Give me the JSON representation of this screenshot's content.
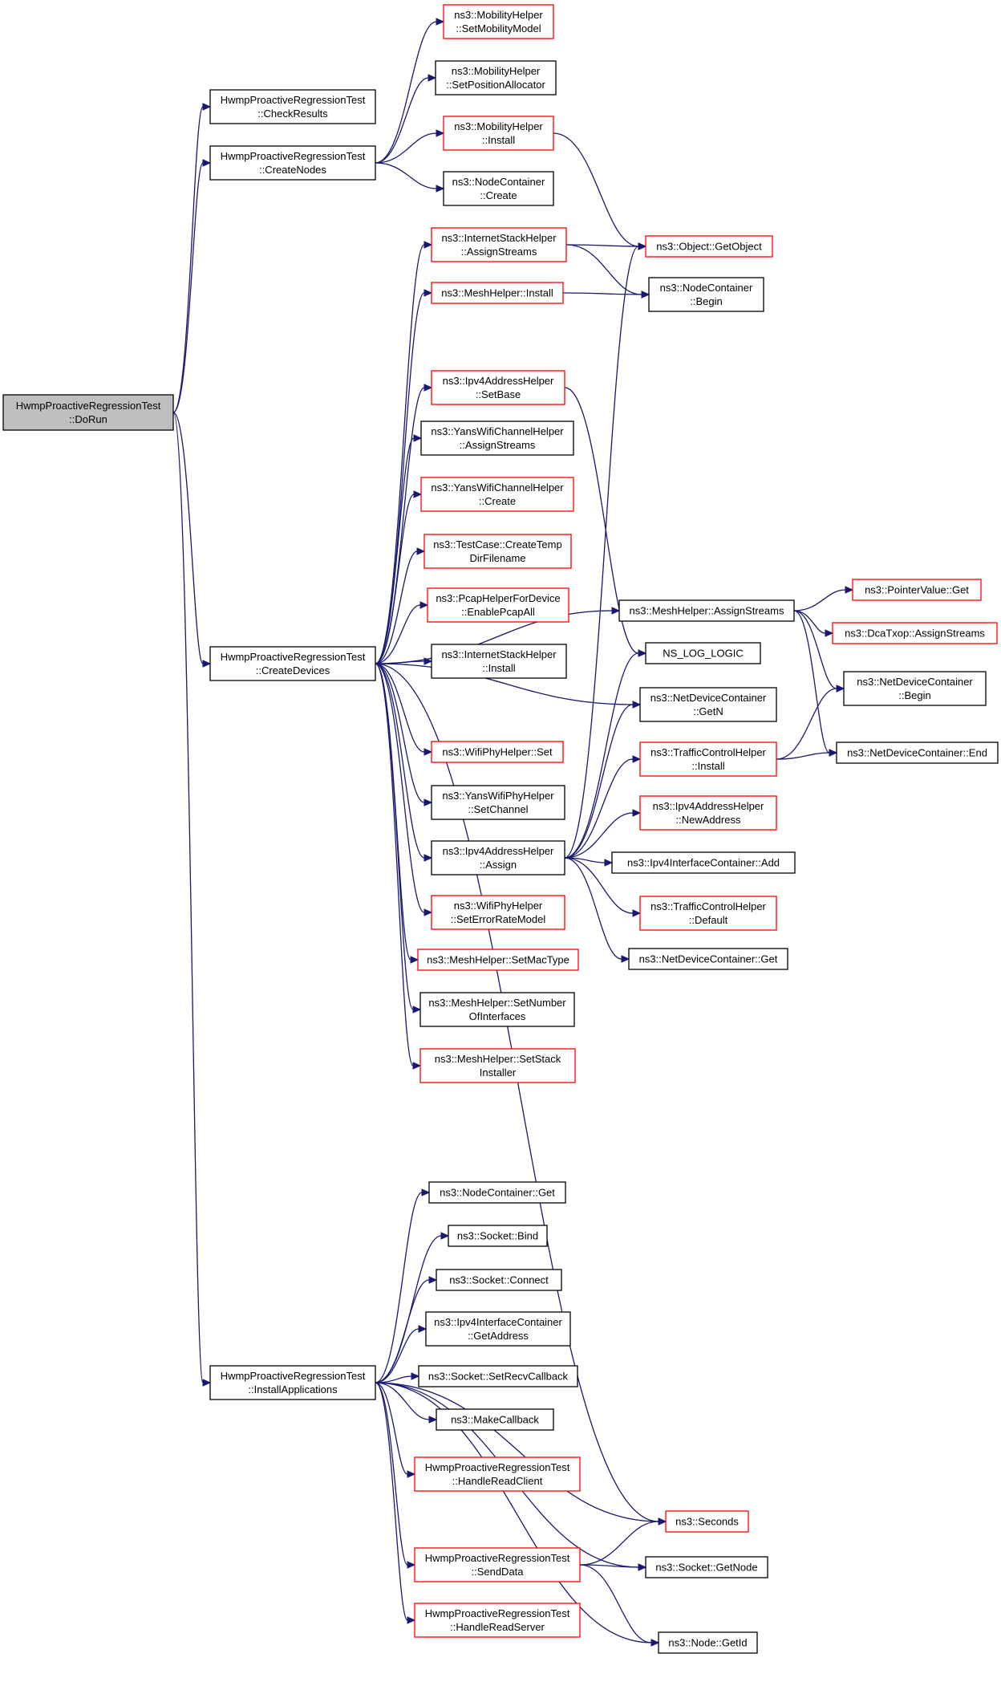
{
  "colors": {
    "edge": "#191970",
    "box_fill": "#ffffff",
    "focus_fill": "#bfbfbf",
    "border_normal": "#000000",
    "border_red": "#ff0000"
  },
  "nodes": {
    "dorun": {
      "lines": [
        "HwmpProactiveRegressionTest",
        "::DoRun"
      ],
      "style": "focus"
    },
    "checkresults": {
      "lines": [
        "HwmpProactiveRegressionTest",
        "::CheckResults"
      ],
      "style": "normal"
    },
    "createnodes": {
      "lines": [
        "HwmpProactiveRegressionTest",
        "::CreateNodes"
      ],
      "style": "normal"
    },
    "createdevices": {
      "lines": [
        "HwmpProactiveRegressionTest",
        "::CreateDevices"
      ],
      "style": "normal"
    },
    "installapps": {
      "lines": [
        "HwmpProactiveRegressionTest",
        "::InstallApplications"
      ],
      "style": "normal"
    },
    "mob_setmodel": {
      "lines": [
        "ns3::MobilityHelper",
        "::SetMobilityModel"
      ],
      "style": "red"
    },
    "mob_setpos": {
      "lines": [
        "ns3::MobilityHelper",
        "::SetPositionAllocator"
      ],
      "style": "normal"
    },
    "mob_install": {
      "lines": [
        "ns3::MobilityHelper",
        "::Install"
      ],
      "style": "red"
    },
    "nc_create": {
      "lines": [
        "ns3::NodeContainer",
        "::Create"
      ],
      "style": "normal"
    },
    "ish_assign": {
      "lines": [
        "ns3::InternetStackHelper",
        "::AssignStreams"
      ],
      "style": "red"
    },
    "obj_getobject": {
      "lines": [
        "ns3::Object::GetObject"
      ],
      "style": "red"
    },
    "mesh_install": {
      "lines": [
        "ns3::MeshHelper::Install"
      ],
      "style": "red"
    },
    "nc_begin": {
      "lines": [
        "ns3::NodeContainer",
        "::Begin"
      ],
      "style": "normal"
    },
    "ipv4_setbase": {
      "lines": [
        "ns3::Ipv4AddressHelper",
        "::SetBase"
      ],
      "style": "red"
    },
    "ywc_assign": {
      "lines": [
        "ns3::YansWifiChannelHelper",
        "::AssignStreams"
      ],
      "style": "normal"
    },
    "ywc_create": {
      "lines": [
        "ns3::YansWifiChannelHelper",
        "::Create"
      ],
      "style": "red"
    },
    "tc_tempdir": {
      "lines": [
        "ns3::TestCase::CreateTemp",
        "DirFilename"
      ],
      "style": "red"
    },
    "pcap_enable": {
      "lines": [
        "ns3::PcapHelperForDevice",
        "::EnablePcapAll"
      ],
      "style": "red"
    },
    "mesh_assign": {
      "lines": [
        "ns3::MeshHelper::AssignStreams"
      ],
      "style": "normal"
    },
    "pv_get": {
      "lines": [
        "ns3::PointerValue::Get"
      ],
      "style": "red"
    },
    "dca_assign": {
      "lines": [
        "ns3::DcaTxop::AssignStreams"
      ],
      "style": "red"
    },
    "ish_install": {
      "lines": [
        "ns3::InternetStackHelper",
        "::Install"
      ],
      "style": "normal"
    },
    "nslog": {
      "lines": [
        "NS_LOG_LOGIC"
      ],
      "style": "normal"
    },
    "ndc_begin": {
      "lines": [
        "ns3::NetDeviceContainer",
        "::Begin"
      ],
      "style": "normal"
    },
    "ndc_getn": {
      "lines": [
        "ns3::NetDeviceContainer",
        "::GetN"
      ],
      "style": "normal"
    },
    "wp_set": {
      "lines": [
        "ns3::WifiPhyHelper::Set"
      ],
      "style": "red"
    },
    "tch_install": {
      "lines": [
        "ns3::TrafficControlHelper",
        "::Install"
      ],
      "style": "red"
    },
    "ndc_end": {
      "lines": [
        "ns3::NetDeviceContainer::End"
      ],
      "style": "normal"
    },
    "ywp_setchannel": {
      "lines": [
        "ns3::YansWifiPhyHelper",
        "::SetChannel"
      ],
      "style": "normal"
    },
    "ipv4_newaddr": {
      "lines": [
        "ns3::Ipv4AddressHelper",
        "::NewAddress"
      ],
      "style": "red"
    },
    "ipv4_assign": {
      "lines": [
        "ns3::Ipv4AddressHelper",
        "::Assign"
      ],
      "style": "normal"
    },
    "ic_add": {
      "lines": [
        "ns3::Ipv4InterfaceContainer::Add"
      ],
      "style": "normal"
    },
    "wp_seterr": {
      "lines": [
        "ns3::WifiPhyHelper",
        "::SetErrorRateModel"
      ],
      "style": "red"
    },
    "tch_default": {
      "lines": [
        "ns3::TrafficControlHelper",
        "::Default"
      ],
      "style": "red"
    },
    "ndc_get": {
      "lines": [
        "ns3::NetDeviceContainer::Get"
      ],
      "style": "normal"
    },
    "mesh_setmac": {
      "lines": [
        "ns3::MeshHelper::SetMacType"
      ],
      "style": "red"
    },
    "mesh_setnum": {
      "lines": [
        "ns3::MeshHelper::SetNumber",
        "OfInterfaces"
      ],
      "style": "normal"
    },
    "mesh_setstack": {
      "lines": [
        "ns3::MeshHelper::SetStack",
        "Installer"
      ],
      "style": "red"
    },
    "nc_get": {
      "lines": [
        "ns3::NodeContainer::Get"
      ],
      "style": "normal"
    },
    "sock_bind": {
      "lines": [
        "ns3::Socket::Bind"
      ],
      "style": "normal"
    },
    "sock_connect": {
      "lines": [
        "ns3::Socket::Connect"
      ],
      "style": "normal"
    },
    "ic_getaddr": {
      "lines": [
        "ns3::Ipv4InterfaceContainer",
        "::GetAddress"
      ],
      "style": "normal"
    },
    "sock_setrecv": {
      "lines": [
        "ns3::Socket::SetRecvCallback"
      ],
      "style": "normal"
    },
    "makecb": {
      "lines": [
        "ns3::MakeCallback"
      ],
      "style": "normal"
    },
    "readclient": {
      "lines": [
        "HwmpProactiveRegressionTest",
        "::HandleReadClient"
      ],
      "style": "red"
    },
    "seconds": {
      "lines": [
        "ns3::Seconds"
      ],
      "style": "red"
    },
    "senddata": {
      "lines": [
        "HwmpProactiveRegressionTest",
        "::SendData"
      ],
      "style": "red"
    },
    "sock_getnode": {
      "lines": [
        "ns3::Socket::GetNode"
      ],
      "style": "normal"
    },
    "readserver": {
      "lines": [
        "HwmpProactiveRegressionTest",
        "::HandleReadServer"
      ],
      "style": "red"
    },
    "node_getid": {
      "lines": [
        "ns3::Node::GetId"
      ],
      "style": "normal"
    }
  },
  "edges": [
    [
      "dorun",
      "checkresults"
    ],
    [
      "dorun",
      "createnodes"
    ],
    [
      "dorun",
      "createdevices"
    ],
    [
      "dorun",
      "installapps"
    ],
    [
      "createnodes",
      "mob_setmodel"
    ],
    [
      "createnodes",
      "mob_setpos"
    ],
    [
      "createnodes",
      "mob_install"
    ],
    [
      "createnodes",
      "nc_create"
    ],
    [
      "mob_install",
      "obj_getobject"
    ],
    [
      "createdevices",
      "ish_assign"
    ],
    [
      "createdevices",
      "mesh_install"
    ],
    [
      "createdevices",
      "mesh_assign"
    ],
    [
      "createdevices",
      "ipv4_setbase"
    ],
    [
      "createdevices",
      "ywc_assign"
    ],
    [
      "createdevices",
      "ywc_create"
    ],
    [
      "createdevices",
      "tc_tempdir"
    ],
    [
      "createdevices",
      "pcap_enable"
    ],
    [
      "createdevices",
      "ish_install"
    ],
    [
      "createdevices",
      "ndc_getn"
    ],
    [
      "createdevices",
      "wp_set"
    ],
    [
      "createdevices",
      "ywp_setchannel"
    ],
    [
      "createdevices",
      "ipv4_assign"
    ],
    [
      "createdevices",
      "wp_seterr"
    ],
    [
      "createdevices",
      "mesh_setmac"
    ],
    [
      "createdevices",
      "mesh_setnum"
    ],
    [
      "createdevices",
      "mesh_setstack"
    ],
    [
      "createdevices",
      "seconds"
    ],
    [
      "ish_assign",
      "obj_getobject"
    ],
    [
      "ish_assign",
      "nc_begin"
    ],
    [
      "mesh_install",
      "nc_begin"
    ],
    [
      "ipv4_setbase",
      "nslog"
    ],
    [
      "mesh_assign",
      "pv_get"
    ],
    [
      "mesh_assign",
      "dca_assign"
    ],
    [
      "mesh_assign",
      "ndc_begin"
    ],
    [
      "mesh_assign",
      "ndc_end"
    ],
    [
      "tch_install",
      "ndc_begin"
    ],
    [
      "tch_install",
      "ndc_end"
    ],
    [
      "ipv4_assign",
      "obj_getobject"
    ],
    [
      "ipv4_assign",
      "nslog"
    ],
    [
      "ipv4_assign",
      "ndc_getn"
    ],
    [
      "ipv4_assign",
      "tch_install"
    ],
    [
      "ipv4_assign",
      "ipv4_newaddr"
    ],
    [
      "ipv4_assign",
      "ic_add"
    ],
    [
      "ipv4_assign",
      "tch_default"
    ],
    [
      "ipv4_assign",
      "ndc_get"
    ],
    [
      "installapps",
      "nc_get"
    ],
    [
      "installapps",
      "sock_bind"
    ],
    [
      "installapps",
      "sock_connect"
    ],
    [
      "installapps",
      "ic_getaddr"
    ],
    [
      "installapps",
      "sock_setrecv"
    ],
    [
      "installapps",
      "makecb"
    ],
    [
      "installapps",
      "readclient"
    ],
    [
      "installapps",
      "seconds"
    ],
    [
      "installapps",
      "senddata"
    ],
    [
      "installapps",
      "sock_getnode"
    ],
    [
      "installapps",
      "readserver"
    ],
    [
      "installapps",
      "node_getid"
    ],
    [
      "senddata",
      "seconds"
    ],
    [
      "senddata",
      "sock_getnode"
    ],
    [
      "senddata",
      "node_getid"
    ]
  ]
}
